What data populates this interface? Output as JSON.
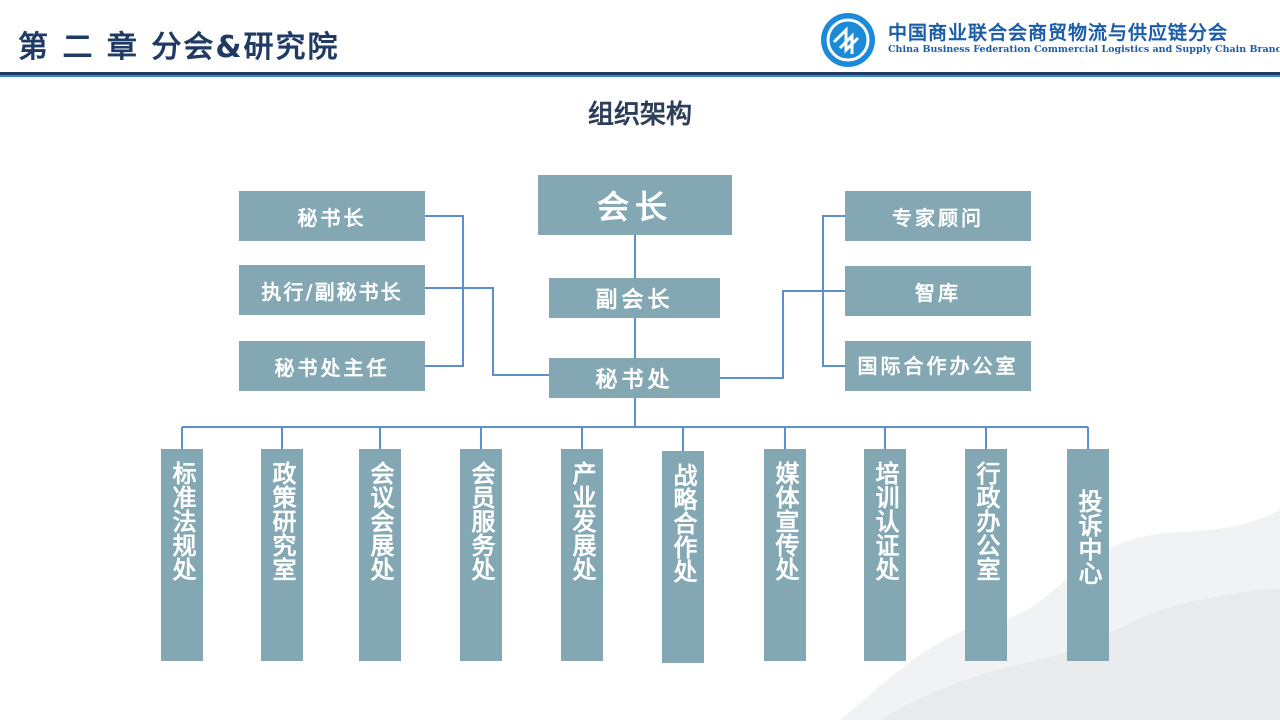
{
  "header": {
    "chapter": "第 二 章  分会&研究院",
    "org_name_cn": "中国商业联合会商贸物流与供应链分会",
    "org_name_en": "China Business Federation Commercial Logistics and Supply Chain Branch",
    "logo_icon": "globe-logo-icon"
  },
  "title": "组织架构",
  "colors": {
    "box": "#83a8b3",
    "line": "#5b8fd0",
    "header_rule": "#1f3a63",
    "accent": "#2f8fd8"
  },
  "chart": {
    "president": "会长",
    "vice_president": "副会长",
    "secretariat": "秘书处",
    "left": [
      "秘书长",
      "执行/副秘书长",
      "秘书处主任"
    ],
    "right": [
      "专家顾问",
      "智库",
      "国际合作办公室"
    ],
    "departments": [
      "标准法规处",
      "政策研究室",
      "会议会展处",
      "会员服务处",
      "产业发展处",
      "战略合作处",
      "媒体宣传处",
      "培训认证处",
      "行政办公室",
      "投诉中心"
    ]
  }
}
